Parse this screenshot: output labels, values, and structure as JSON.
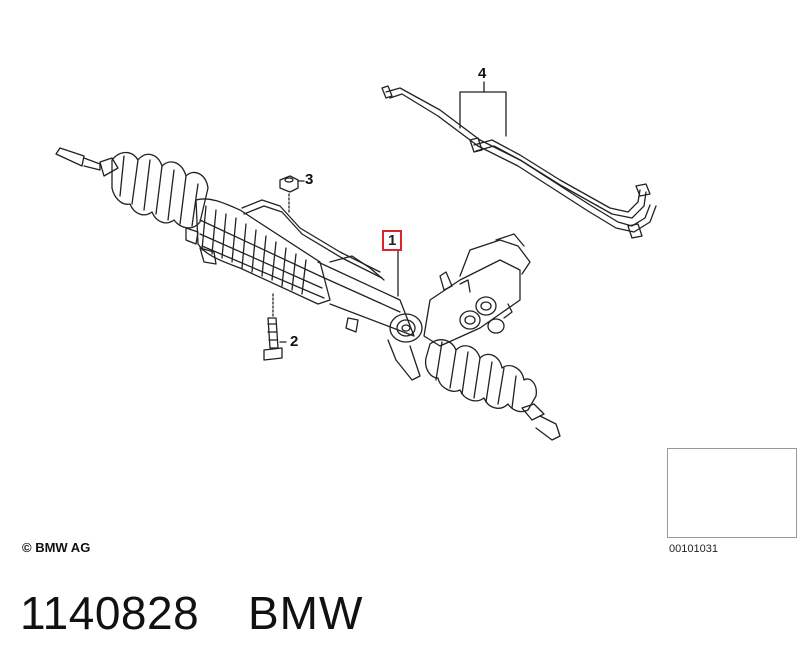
{
  "callouts": {
    "c1": "1",
    "c2": "2",
    "c3": "3",
    "c4": "4"
  },
  "copyright": "© BMW AG",
  "thumbnail": {
    "code": "00101031",
    "icon": "car-silhouette-icon"
  },
  "caption": {
    "part_number": "1140828",
    "brand": "BMW"
  },
  "colors": {
    "highlight_box": "#d9262c",
    "line": "#222222"
  }
}
